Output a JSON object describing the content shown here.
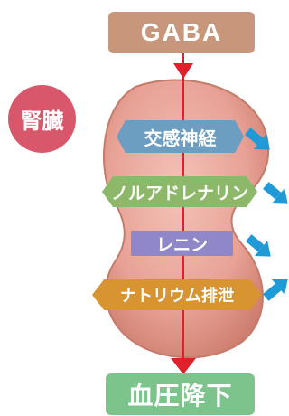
{
  "diagram": {
    "top_label": "GABA",
    "bottom_label": "血圧降下",
    "organ_label": "腎臓",
    "factors": [
      {
        "label": "交感神経",
        "effect": "decrease"
      },
      {
        "label": "ノルアドレナリン",
        "effect": "decrease"
      },
      {
        "label": "レニン",
        "effect": "decrease"
      },
      {
        "label": "ナトリウム排泄",
        "effect": "increase"
      }
    ],
    "colors": {
      "gaba_box": "#c8967a",
      "result_box": "#7cc48c",
      "organ_badge": "#d9576a",
      "kidney": "#e8a296",
      "flow_arrow": "#e0202a",
      "effect_arrow": "#1f9ad6",
      "factor_1": "#6b9ec0",
      "factor_2": "#8db86a",
      "factor_3": "#8f87c8",
      "factor_4": "#d89430"
    }
  }
}
